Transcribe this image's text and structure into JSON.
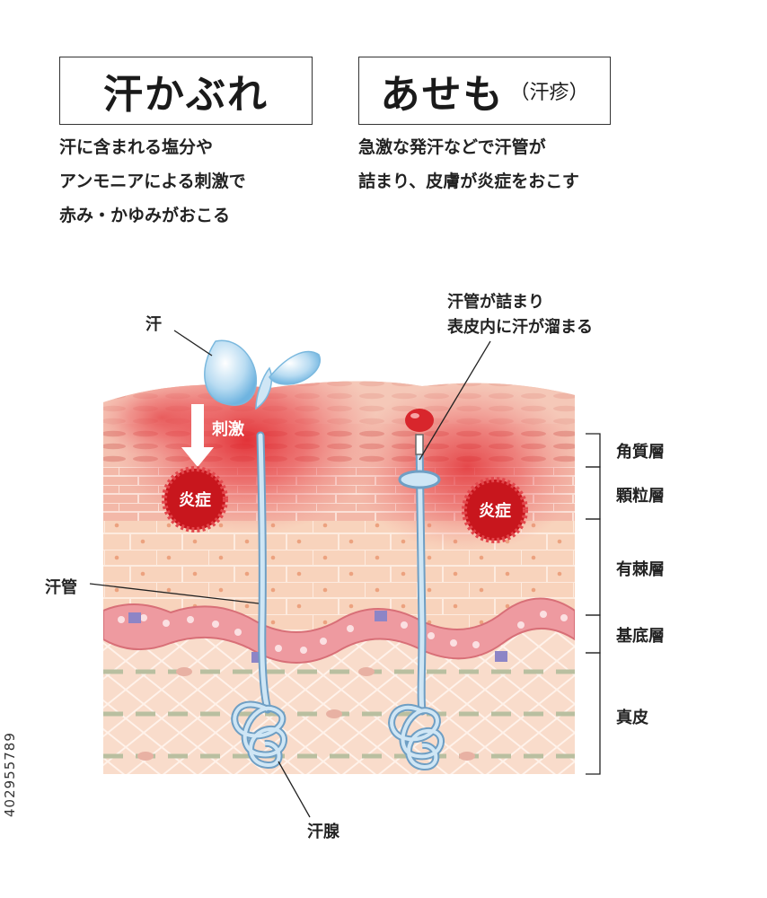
{
  "left": {
    "title": "汗かぶれ",
    "desc": [
      "汗に含まれる塩分や",
      "アンモニアによる刺激で",
      "赤み・かゆみがおこる"
    ]
  },
  "right": {
    "title": "あせも",
    "title_sub": "（汗疹）",
    "desc": [
      "急激な発汗などで汗管が",
      "詰まり、皮膚が炎症をおこす"
    ]
  },
  "labels": {
    "sweat": "汗",
    "irritation": "刺激",
    "inflammation": "炎症",
    "sweat_duct": "汗管",
    "sweat_gland": "汗腺",
    "clog_line1": "汗管が詰まり",
    "clog_line2": "表皮内に汗が溜まる"
  },
  "layers": [
    "角質層",
    "顆粒層",
    "有棘層",
    "基底層",
    "真皮"
  ],
  "stock_id": "402955789",
  "colors": {
    "inflammation": "#c8161d",
    "duct": "#9cc9e6",
    "dermis": "#f7d5c2",
    "basal": "#e38a8f"
  }
}
